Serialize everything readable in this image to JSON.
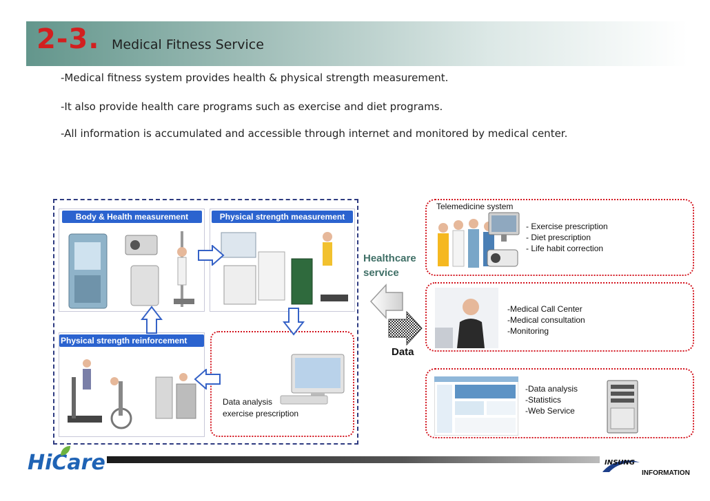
{
  "header": {
    "section_number": "2-3.",
    "section_title": "Medical Fitness Service"
  },
  "bullets": [
    "-Medical fitness system provides health & physical strength measurement.",
    "-It also provide health care programs such as exercise and diet programs.",
    "-All information is accumulated and accessible through internet and monitored by medical center."
  ],
  "left_panels": {
    "body_health": "Body & Health measurement",
    "physical_strength": "Physical strength measurement",
    "reinforcement": "Physical strength reinforcement",
    "analysis_line1": "Data analysis",
    "analysis_line2": "exercise prescription"
  },
  "middle": {
    "healthcare_line1": "Healthcare",
    "healthcare_line2": "service",
    "data_label": "Data"
  },
  "right_boxes": {
    "telemedicine": {
      "title": "Telemedicine system",
      "items": [
        "- Exercise prescription",
        "- Diet prescription",
        "- Life habit correction"
      ]
    },
    "call_center": {
      "items": [
        "-Medical Call Center",
        "-Medical  consultation",
        "-Monitoring"
      ]
    },
    "web": {
      "items": [
        "-Data analysis",
        "-Statistics",
        "-Web Service"
      ]
    }
  },
  "footer": {
    "logo_hi": "Hi",
    "logo_care": "Care",
    "brand_top": "INSUNG",
    "brand_bottom": "INFORMATION"
  },
  "colors": {
    "section_red": "#d21f1f",
    "panel_blue": "#2b63cf",
    "dash_navy": "#2d3a80",
    "dotted_red": "#d3141e",
    "healthcare_teal": "#3f6f66",
    "banner_teal": "#63968c"
  }
}
